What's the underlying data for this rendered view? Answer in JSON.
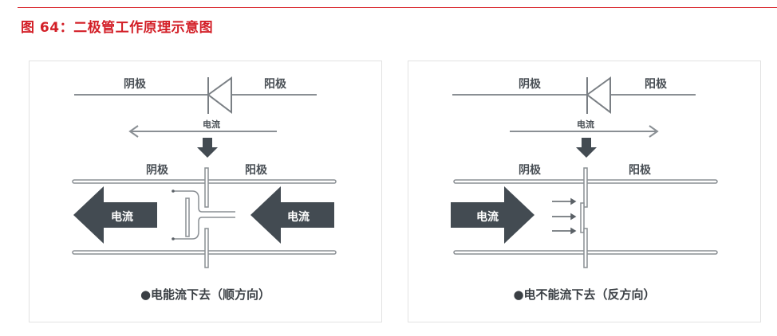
{
  "figure": {
    "title": "图 64：二极管工作原理示意图",
    "accent_color": "#d31f27"
  },
  "panels": [
    {
      "id": "forward",
      "symbol": {
        "cathode_label": "阴极",
        "anode_label": "阳极"
      },
      "current_label": "电流",
      "current_direction": "left",
      "mechanism": {
        "cathode_label": "阴极",
        "anode_label": "阳极",
        "left_arrow_label": "电流",
        "right_arrow_label": "电流"
      },
      "caption": "●电能流下去（顺方向）"
    },
    {
      "id": "reverse",
      "symbol": {
        "cathode_label": "阴极",
        "anode_label": "阳极"
      },
      "current_label": "电流",
      "current_direction": "right",
      "mechanism": {
        "cathode_label": "阴极",
        "anode_label": "阳极",
        "left_arrow_label": "电流"
      },
      "caption": "●电不能流下去（反方向）"
    }
  ],
  "colors": {
    "arrow_fill": "#434b52",
    "line": "#8a8f94",
    "text": "#3a3f44"
  }
}
